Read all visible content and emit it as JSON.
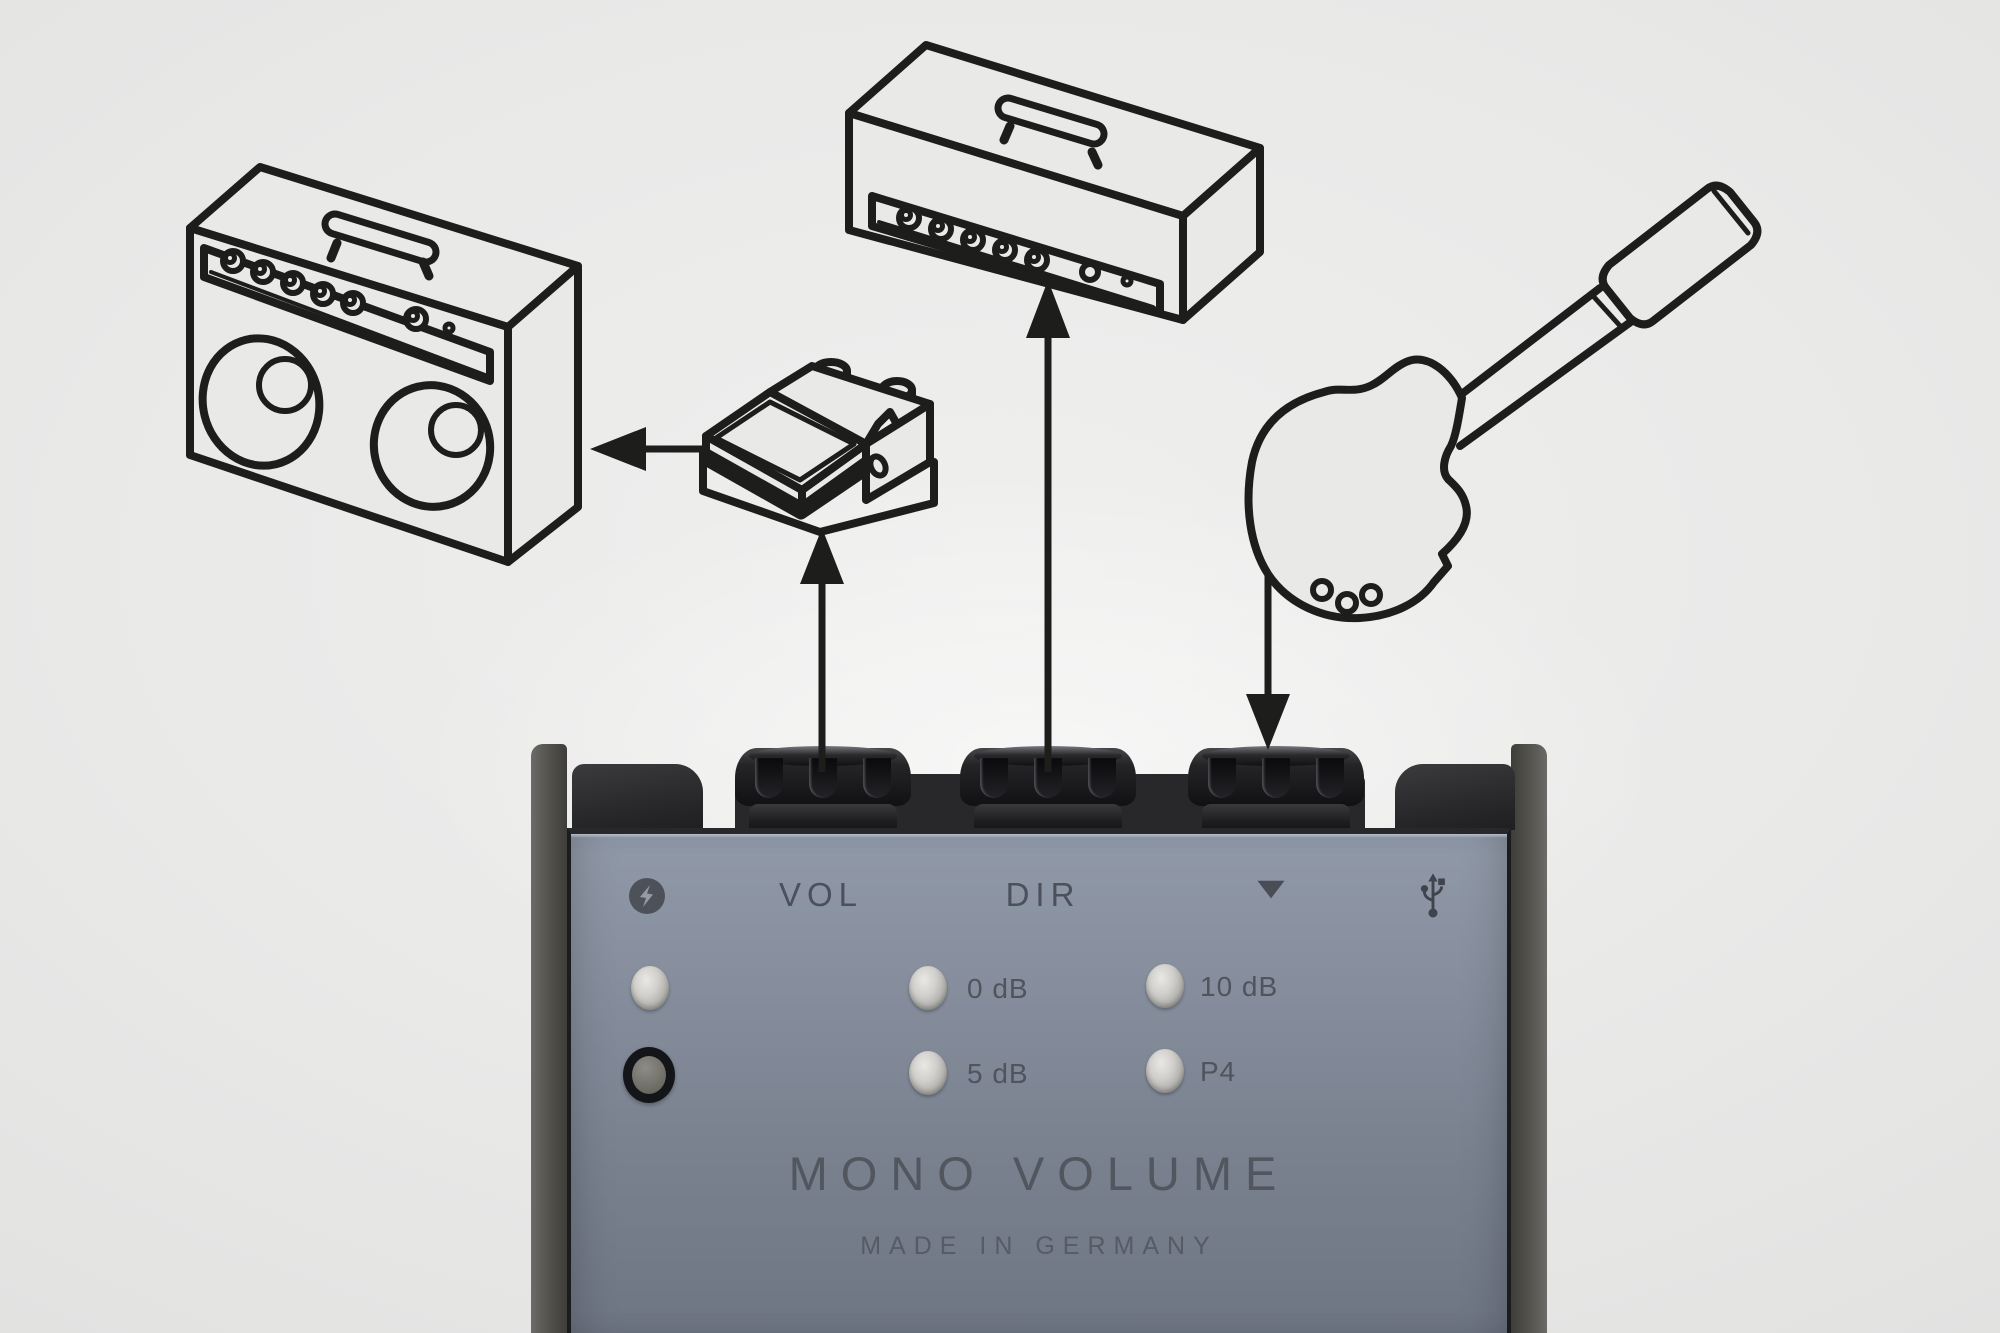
{
  "colors": {
    "background": "#e9e9e8",
    "line_art": "#1d1d1b",
    "panel": "#828a99",
    "panel_text": "#4e535c",
    "chassis_dark": "#28282a",
    "rail": "#55544f",
    "led": "#c7c6c2"
  },
  "figures": {
    "left": "combo-amplifier",
    "top": "amplifier-head",
    "right": "electric-guitar",
    "middle": "effects-pedal"
  },
  "device": {
    "ports": [
      {
        "label": "VOL"
      },
      {
        "label": "DIR"
      },
      {
        "label": "▼"
      }
    ],
    "icons": {
      "power": "lightning-in-circle",
      "input_marker": "down-triangle",
      "usb": "usb-trident"
    },
    "leds": [
      {
        "id": "power-led",
        "label": ""
      },
      {
        "id": "led-0db",
        "label": "0 dB"
      },
      {
        "id": "led-10db",
        "label": "10 dB"
      },
      {
        "id": "button-led",
        "label": ""
      },
      {
        "id": "led-5db",
        "label": "5 dB"
      },
      {
        "id": "led-p4",
        "label": "P4"
      }
    ],
    "brand": "MONO VOLUME",
    "origin": "MADE IN GERMANY"
  }
}
